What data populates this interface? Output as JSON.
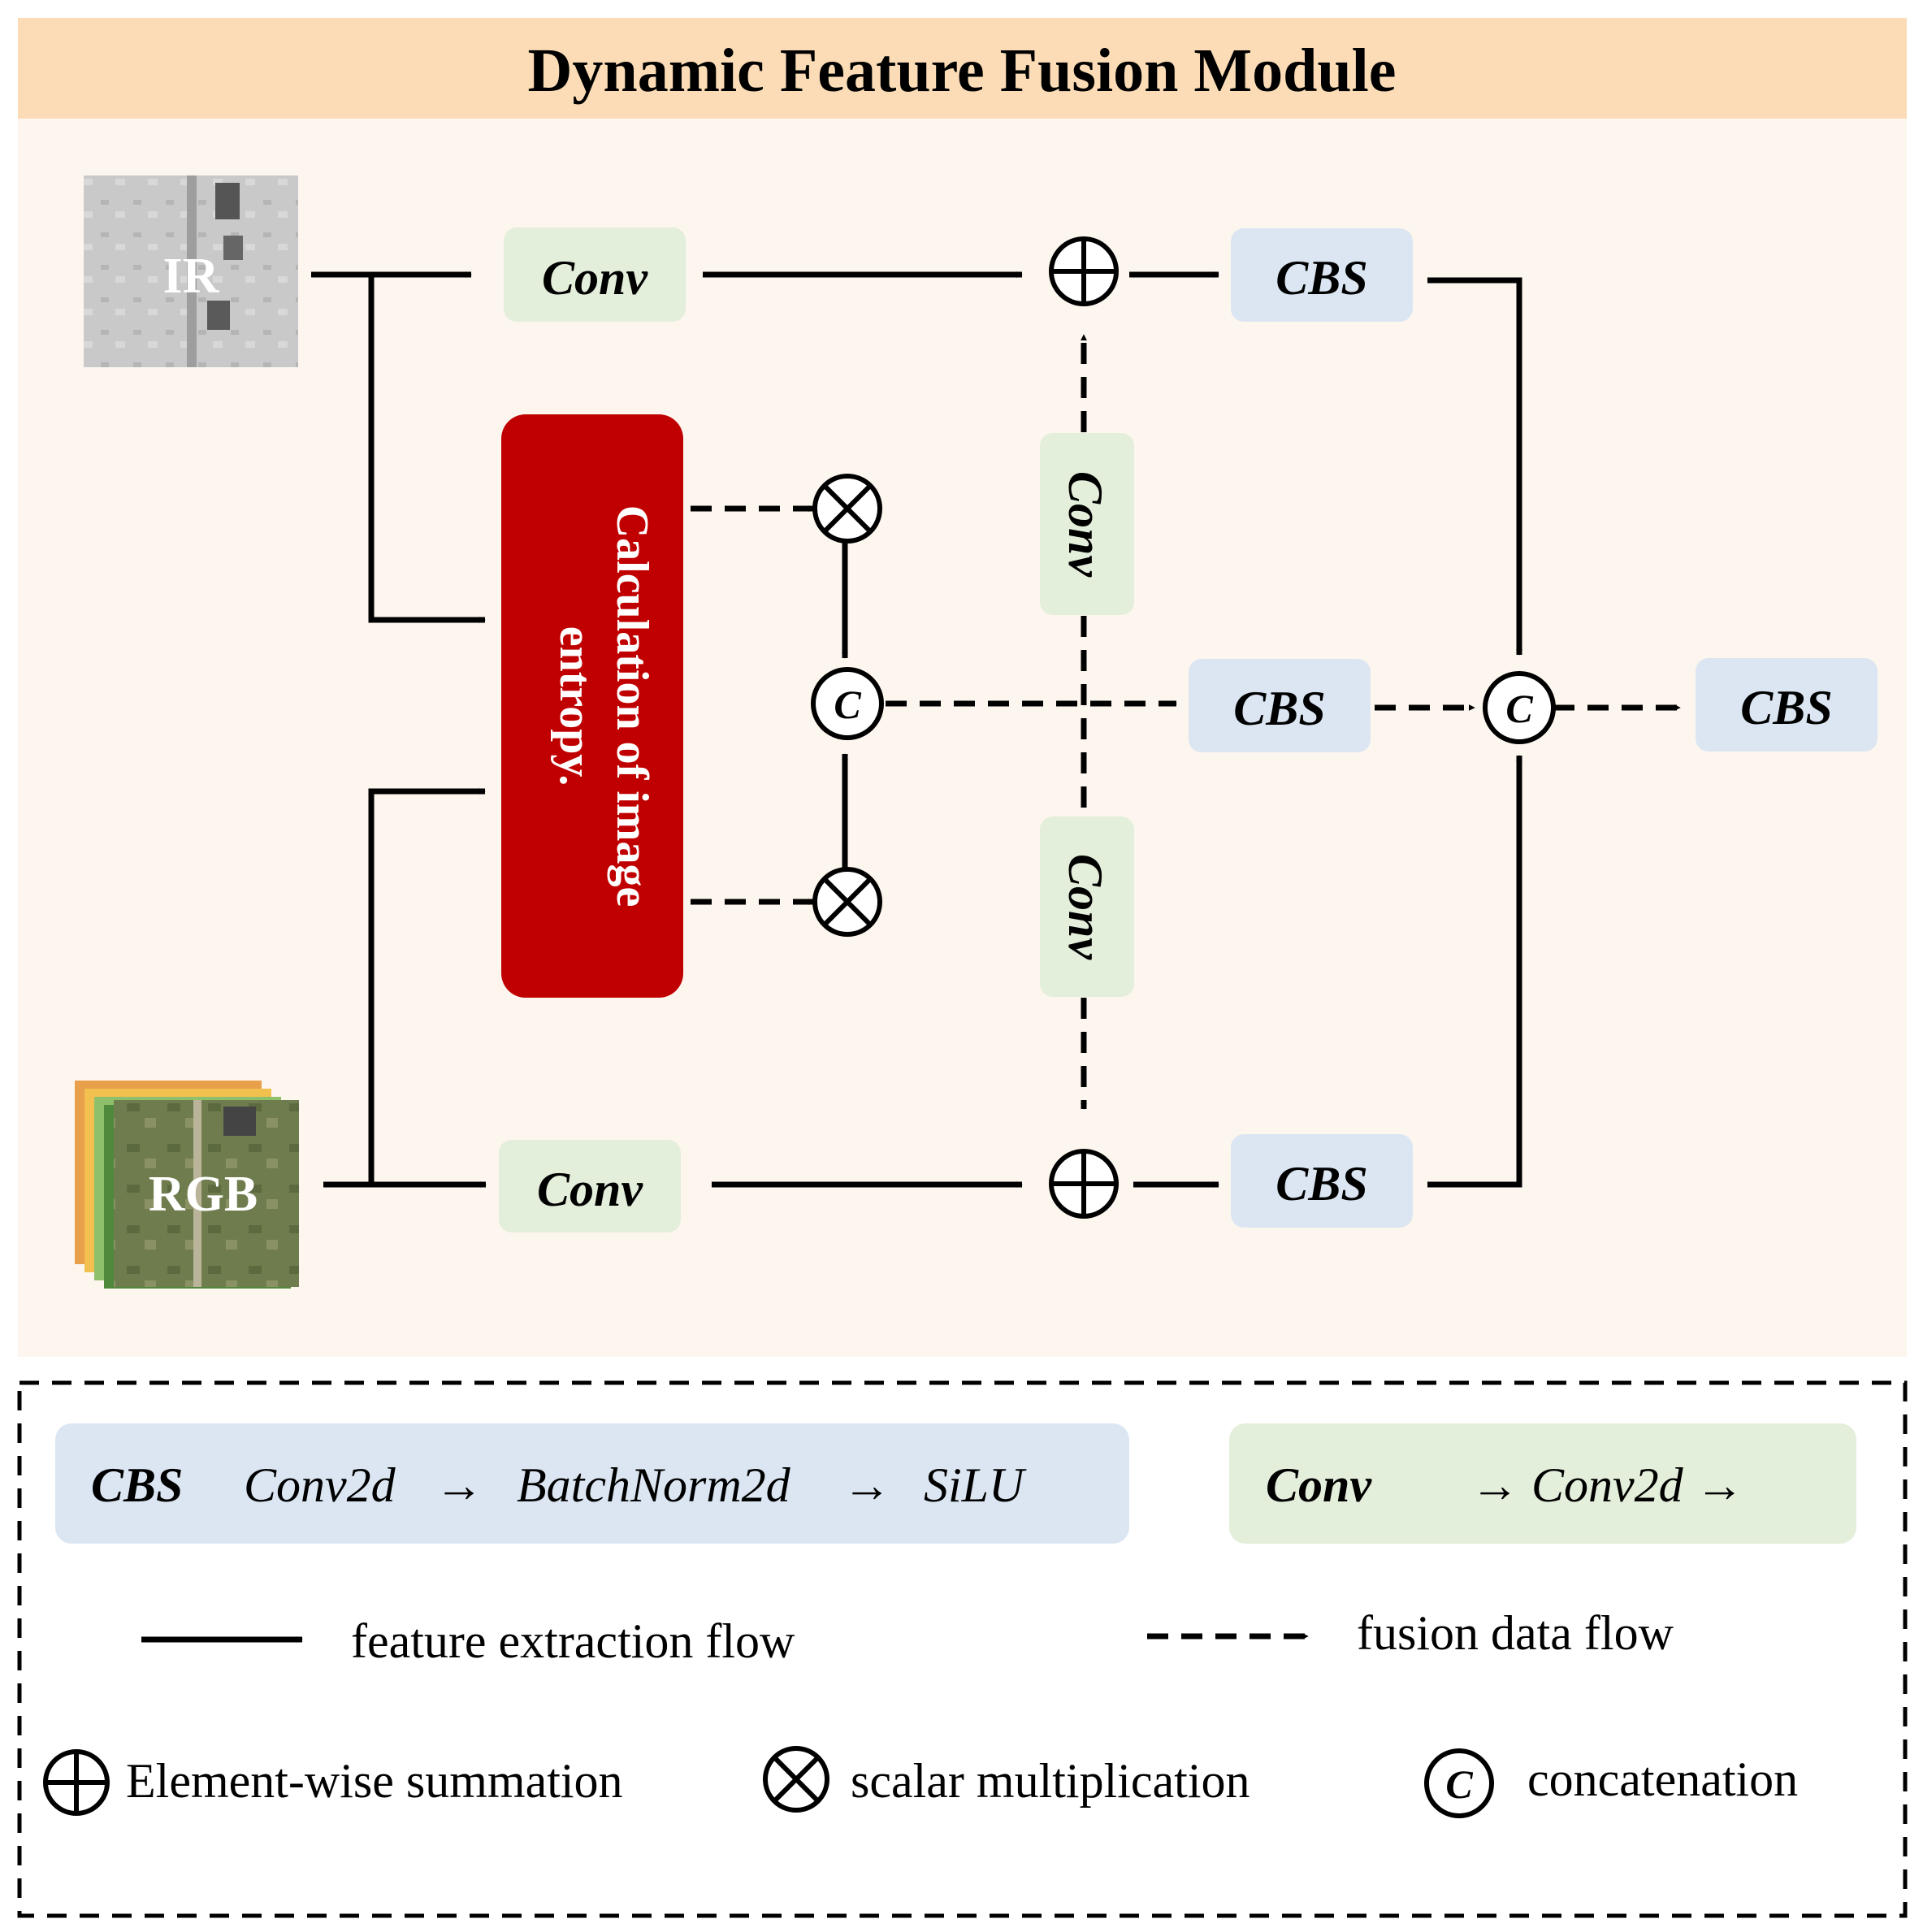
{
  "title": "Dynamic Feature Fusion Module",
  "inputs": {
    "ir_label": "IR",
    "rgb_label": "RGB"
  },
  "blocks": {
    "conv": "Conv",
    "cbs": "CBS",
    "entropy_line1": "Calculation of image",
    "entropy_line2": "entropy."
  },
  "operators": {
    "concat_symbol": "C"
  },
  "legend": {
    "cbs_name": "CBS",
    "cbs_step1": "Conv2d",
    "cbs_step2": "BatchNorm2d",
    "cbs_step3": "SiLU",
    "cbs_arrow": "→",
    "conv_name": "Conv",
    "conv_desc": "→ Conv2d →",
    "feature_flow": "feature extraction flow",
    "fusion_flow": "fusion data flow",
    "sum": "Element-wise summation",
    "mult": "scalar multiplication",
    "concat": "concatenation"
  },
  "colors": {
    "title_bg": "#fbdcb6",
    "panel_bg": "#fdf6ef",
    "conv_fill": "#e3eedb",
    "cbs_fill": "#dbe6f2",
    "entropy_fill": "#c00000"
  }
}
